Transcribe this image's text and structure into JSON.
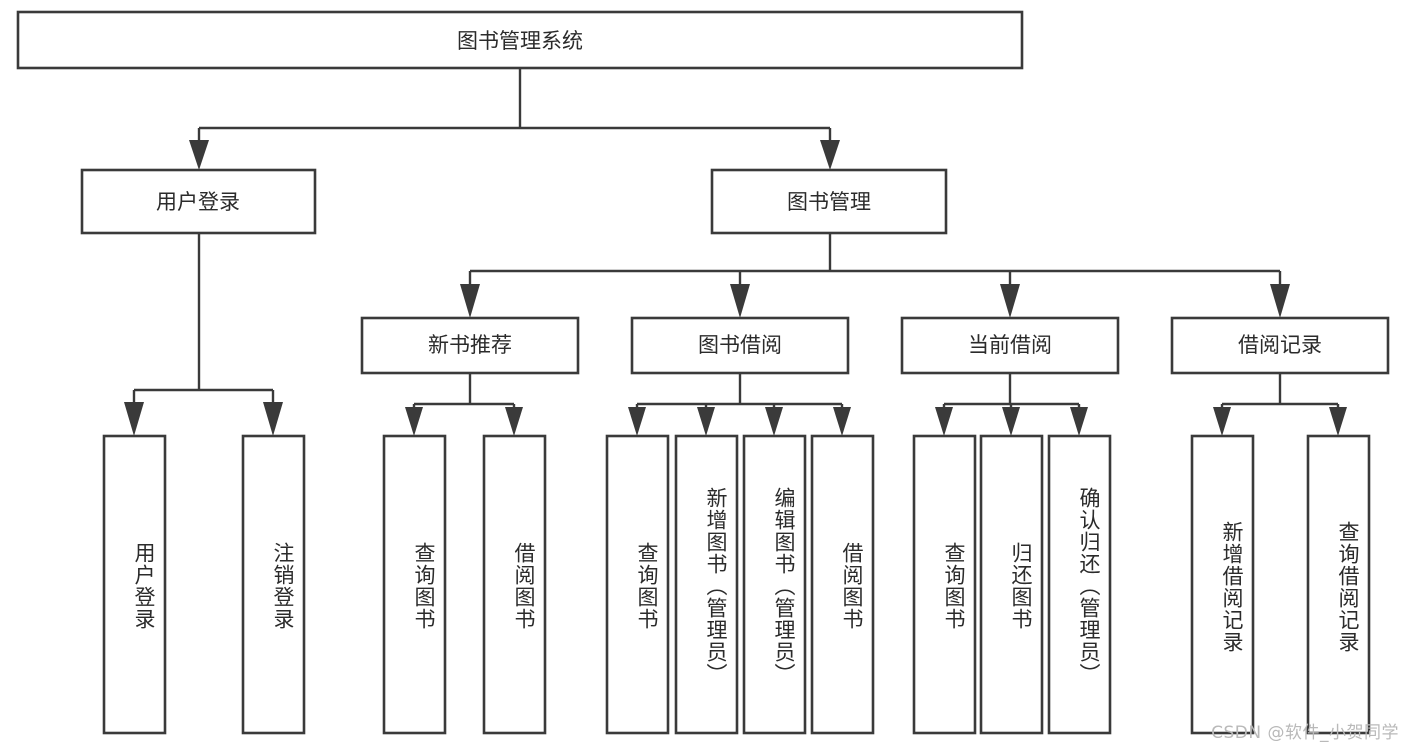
{
  "diagram": {
    "title": "图书管理系统",
    "type": "hierarchy-tree",
    "root": {
      "label": "图书管理系统",
      "children": [
        {
          "label": "用户登录",
          "children": [
            {
              "label": "用户登录"
            },
            {
              "label": "注销登录"
            }
          ]
        },
        {
          "label": "图书管理",
          "children": [
            {
              "label": "新书推荐",
              "children": [
                {
                  "label": "查询图书"
                },
                {
                  "label": "借阅图书"
                }
              ]
            },
            {
              "label": "图书借阅",
              "children": [
                {
                  "label": "查询图书"
                },
                {
                  "label": "新增图书（管理员）"
                },
                {
                  "label": "编辑图书（管理员）"
                },
                {
                  "label": "借阅图书"
                }
              ]
            },
            {
              "label": "当前借阅",
              "children": [
                {
                  "label": "查询图书"
                },
                {
                  "label": "归还图书"
                },
                {
                  "label": "确认归还（管理员）"
                }
              ]
            },
            {
              "label": "借阅记录",
              "children": [
                {
                  "label": "新增借阅记录"
                },
                {
                  "label": "查询借阅记录"
                }
              ]
            }
          ]
        }
      ]
    }
  },
  "labels": {
    "root": "图书管理系统",
    "l2_user_login": "用户登录",
    "l2_book_manage": "图书管理",
    "l3_new_book": "新书推荐",
    "l3_borrow": "图书借阅",
    "l3_current": "当前借阅",
    "l3_record": "借阅记录",
    "leaf_user_login": "用户登录",
    "leaf_logout": "注销登录",
    "leaf_nb_query": "查询图书",
    "leaf_nb_borrow": "借阅图书",
    "leaf_bb_query": "查询图书",
    "leaf_bb_add": "新增图书（管理员）",
    "leaf_bb_edit": "编辑图书（管理员）",
    "leaf_bb_borrow": "借阅图书",
    "leaf_cb_query": "查询图书",
    "leaf_cb_return": "归还图书",
    "leaf_cb_confirm": "确认归还（管理员）",
    "leaf_br_add": "新增借阅记录",
    "leaf_br_query": "查询借阅记录"
  },
  "watermark": {
    "text": "CSDN @软件_小贺同学"
  },
  "colors": {
    "stroke": "#3a3a3a",
    "box_fill": "#ffffff",
    "text": "#2b2b2b",
    "background": "#ffffff",
    "watermark": "#b9b9b9"
  }
}
